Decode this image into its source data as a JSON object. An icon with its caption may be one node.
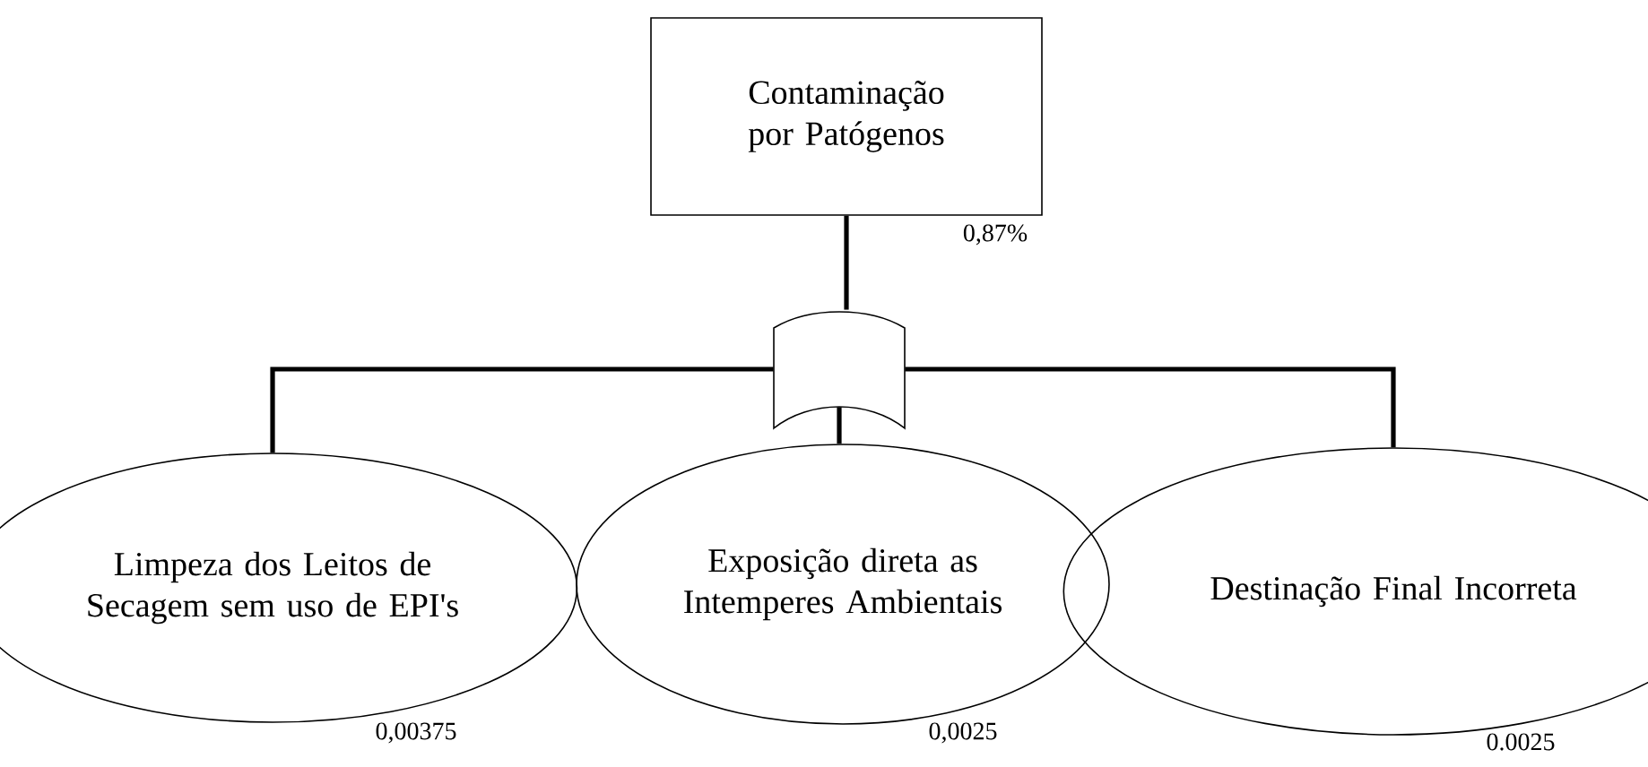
{
  "diagram": {
    "nodes": [
      {
        "text": [
          "Contaminação por Patógenos"
        ],
        "beside": [
          "0,87%"
        ]
      },
      {
        "text": [],
        "shape": "gate"
      },
      {
        "text": [
          "Limpeza dos Leitos de Secagem sem uso de EPI's"
        ],
        "beside": [
          "0,00375"
        ]
      },
      {
        "text": [
          "Exposição direta as Intemperes Ambientais"
        ],
        "beside": [
          "0,0025"
        ]
      },
      {
        "text": [
          "Destinação Final Incorreta"
        ],
        "beside": [
          "0.0025"
        ]
      }
    ],
    "edges": [
      {
        "from": 0,
        "to": 1,
        "arrow": "none"
      },
      {
        "from": 1,
        "to": 2,
        "arrow": "none"
      },
      {
        "from": 1,
        "to": 3,
        "arrow": "none"
      },
      {
        "from": 1,
        "to": 4,
        "arrow": "none"
      }
    ]
  }
}
